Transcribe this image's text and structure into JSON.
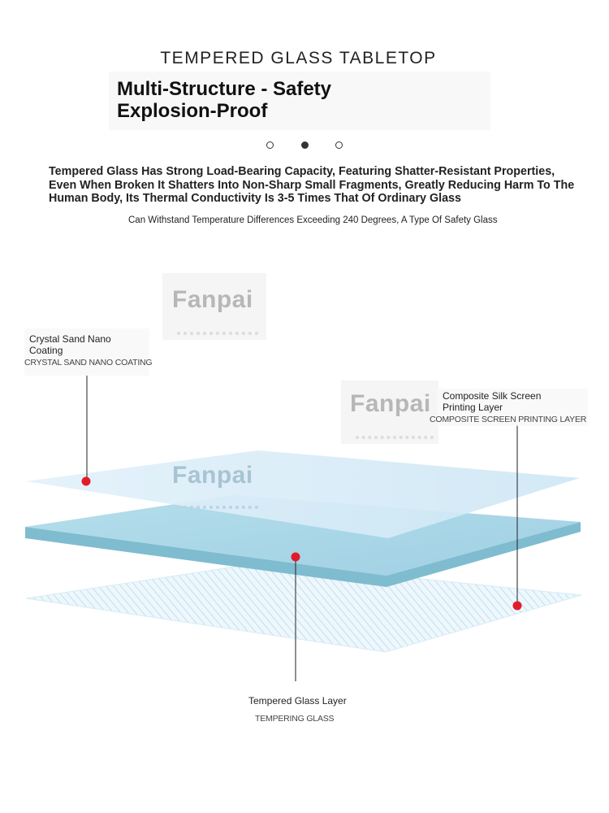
{
  "header": {
    "eyebrow": "TEMPERED GLASS TABLETOP",
    "headline_line1": "Multi-Structure - Safety",
    "headline_line2": "Explosion-Proof"
  },
  "carousel": {
    "dot_count": 3,
    "active_index": 1
  },
  "description": {
    "main": "Tempered Glass Has Strong Load-Bearing Capacity, Featuring Shatter-Resistant Properties, Even When Broken It Shatters Into Non-Sharp Small Fragments, Greatly Reducing Harm To The Human Body, Its Thermal Conductivity Is 3-5 Times That Of Ordinary Glass",
    "note": "Can Withstand Temperature Differences Exceeding 240 Degrees, A Type Of Safety Glass"
  },
  "watermark": {
    "brand": "Fanpai"
  },
  "layers": {
    "top": {
      "name": "Crystal Sand Nano Coating",
      "code": "CRYSTAL SAND NANO COATING"
    },
    "middle": {
      "name": "Tempered Glass Layer",
      "code": "TEMPERING GLASS"
    },
    "bottom": {
      "name": "Composite Silk Screen Printing Layer",
      "code": "COMPOSITE SCREEN PRINTING LAYER"
    }
  },
  "colors": {
    "top_sheet": "#d8ecf8",
    "glass_top": "#a8d6e6",
    "glass_edge": "#7fbccf",
    "hatch": "#bfe0f0",
    "marker": "#e21b2b"
  }
}
